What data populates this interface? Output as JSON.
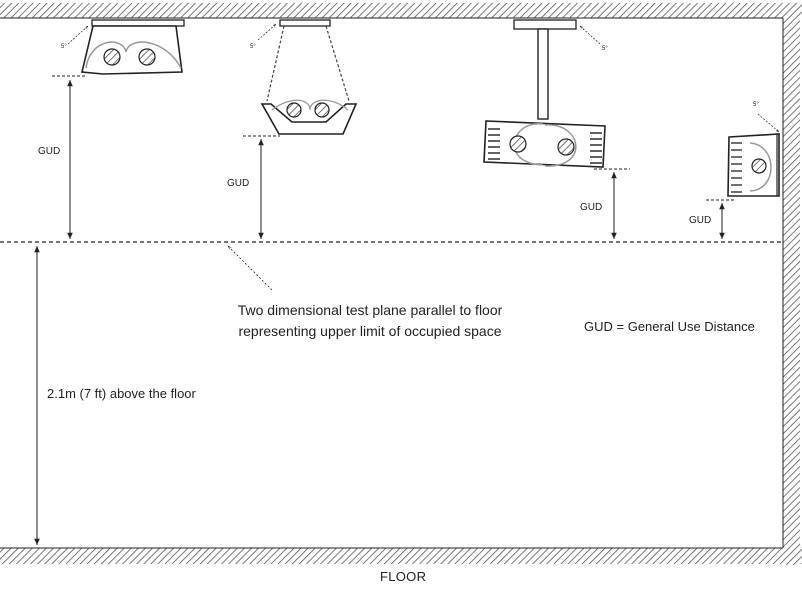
{
  "labels": {
    "gud": "GUD",
    "angle": "5°",
    "plane_line1": "Two dimensional test plane parallel to floor",
    "plane_line2": "representing upper limit of occupied space",
    "legend": "GUD = General Use Distance",
    "height": "2.1m (7 ft) above the floor",
    "floor": "FLOOR"
  },
  "fixtures": [
    {
      "id": "surface-mount",
      "type": "ceiling-mounted"
    },
    {
      "id": "suspended-chain",
      "type": "chain-suspended"
    },
    {
      "id": "pendant-stem",
      "type": "stem-pendant"
    },
    {
      "id": "wall-mount",
      "type": "wall-mounted"
    }
  ],
  "colors": {
    "line": "#222222",
    "reflector": "#9a9a9a",
    "lamp": "#d8d8d8"
  }
}
